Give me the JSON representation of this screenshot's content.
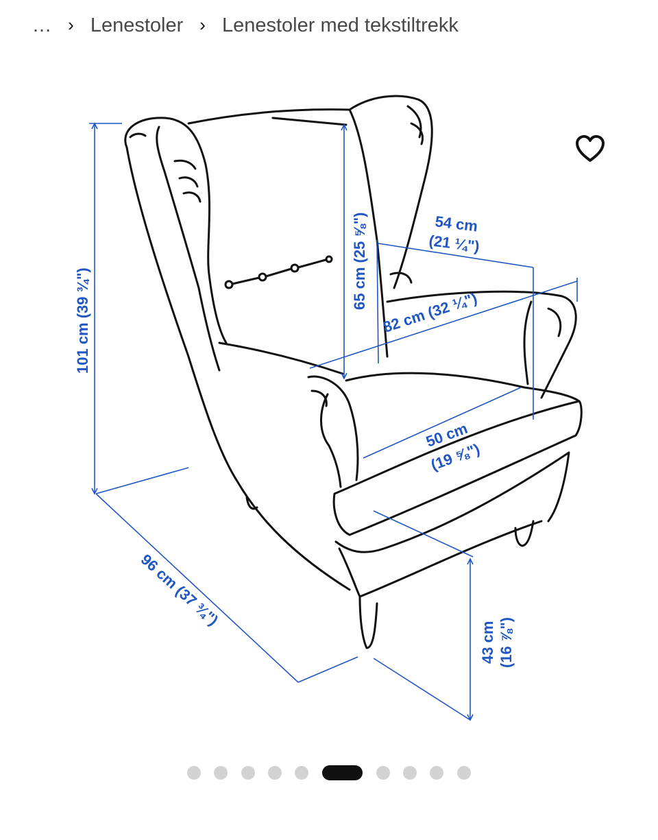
{
  "breadcrumb": {
    "ellipsis": "...",
    "separator": "›",
    "items": [
      "Lenestoler",
      "Lenestoler med tekstiltrekk"
    ]
  },
  "product_image": {
    "dimensions": {
      "height": "101 cm (39 ¾\")",
      "depth": "96 cm (37 ¾\")",
      "back_height": "65 cm (25 ⅝\")",
      "seat_width_cm": "54 cm",
      "seat_width_in": "(21 ¼\")",
      "width": "82 cm (32 ¼\")",
      "seat_depth_cm": "50 cm",
      "seat_depth_in": "(19 ⅝\")",
      "seat_height_cm": "43 cm",
      "seat_height_in": "(16 ⅞\")"
    },
    "dimension_color": "#1f56c4"
  },
  "favorite": {
    "icon": "heart-outline-icon"
  },
  "carousel": {
    "count": 10,
    "active_index": 5
  }
}
